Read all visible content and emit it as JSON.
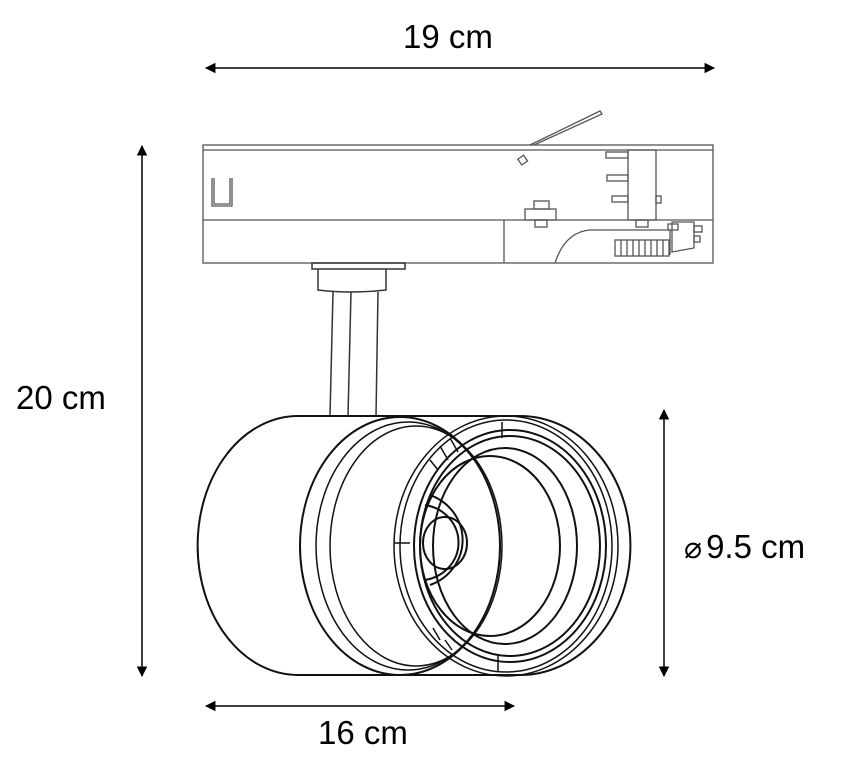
{
  "diagram": {
    "subject": "track spotlight dimension drawing",
    "colors": {
      "line": "#000000",
      "outline": "#555555",
      "background": "#ffffff"
    },
    "dimensions": {
      "overall_width": {
        "value": "19",
        "unit": "cm",
        "label": "19 cm"
      },
      "overall_height": {
        "value": "20",
        "unit": "cm",
        "label": "20 cm"
      },
      "head_diameter": {
        "symbol": "⌀",
        "value": "9.5",
        "unit": "cm",
        "label": "9.5 cm"
      },
      "head_length": {
        "value": "16",
        "unit": "cm",
        "label": "16 cm"
      }
    },
    "parts": [
      "track adapter",
      "stem",
      "lamp head",
      "front bezel",
      "lens"
    ]
  }
}
